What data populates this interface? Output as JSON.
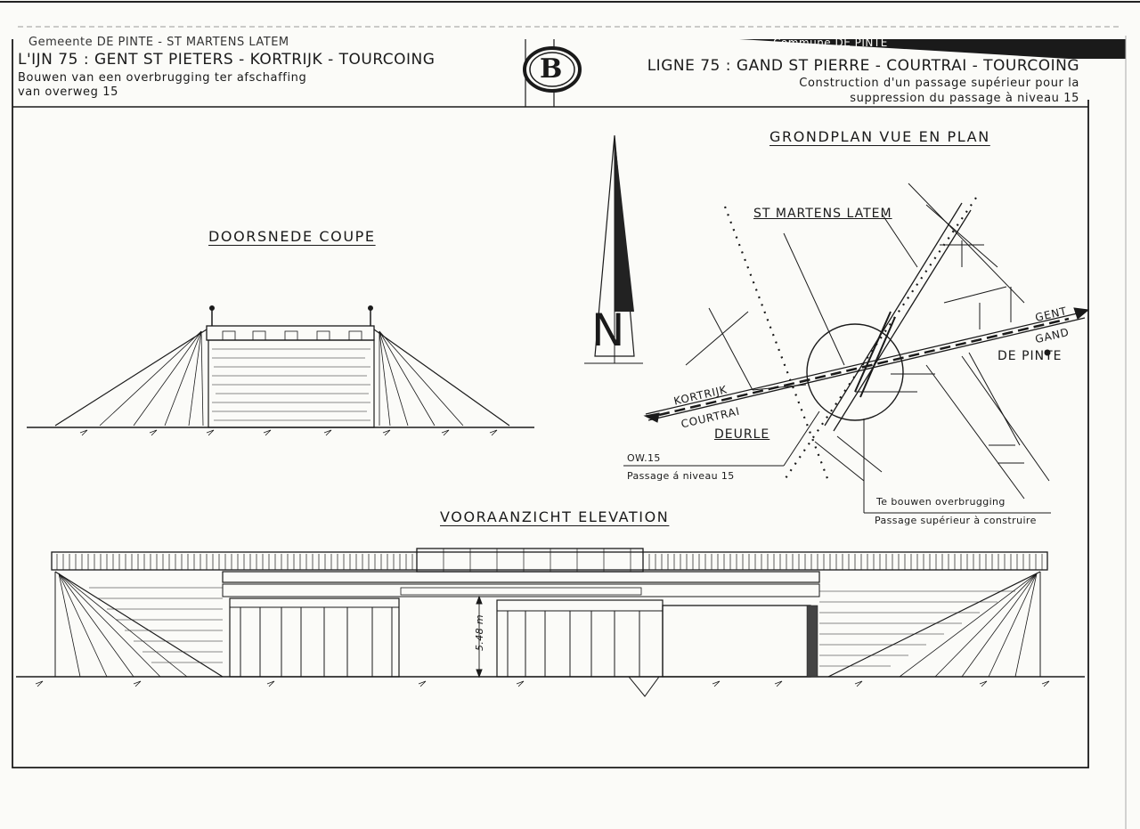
{
  "header": {
    "left_top": "Gemeente DE PINTE - ST MARTENS LATEM",
    "left_line": "L'IJN 75 : GENT ST PIETERS - KORTRIJK - TOURCOING",
    "left_desc_1": "Bouwen van een overbrugging ter afschaffing",
    "left_desc_2": "van overweg 15",
    "logo": "B",
    "right_top": "Commune DE PINTE",
    "right_line": "LIGNE 75 : GAND ST PIERRE - COURTRAI - TOURCOING",
    "right_desc_1": "Construction d'un passage supérieur pour la",
    "right_desc_2": "suppression du passage à niveau 15"
  },
  "sections": {
    "cross_section_title": "DOORSNEDE   COUPE",
    "plan_title": "GRONDPLAN   VUE EN PLAN",
    "elevation_title": "VOORAANZICHT   ELEVATION"
  },
  "north_arrow": {
    "letter": "N"
  },
  "map": {
    "st_martens_latem": "ST MARTENS LATEM",
    "gent": "GENT",
    "gand": "GAND",
    "de_pinte": "DE PINTE",
    "kortrijk": "KORTRIJK",
    "courtrai": "COURTRAI",
    "deurle": "DEURLE",
    "ow_label": "OW.15",
    "ow_desc": "Passage á niveau 15",
    "bridge_nl": "Te bouwen overbrugging",
    "bridge_fr": "Passage supérieur à construire"
  },
  "elevation": {
    "clearance": "5.48 m"
  },
  "colors": {
    "ink": "#1a1a1a",
    "paper": "#fbfbf8"
  }
}
